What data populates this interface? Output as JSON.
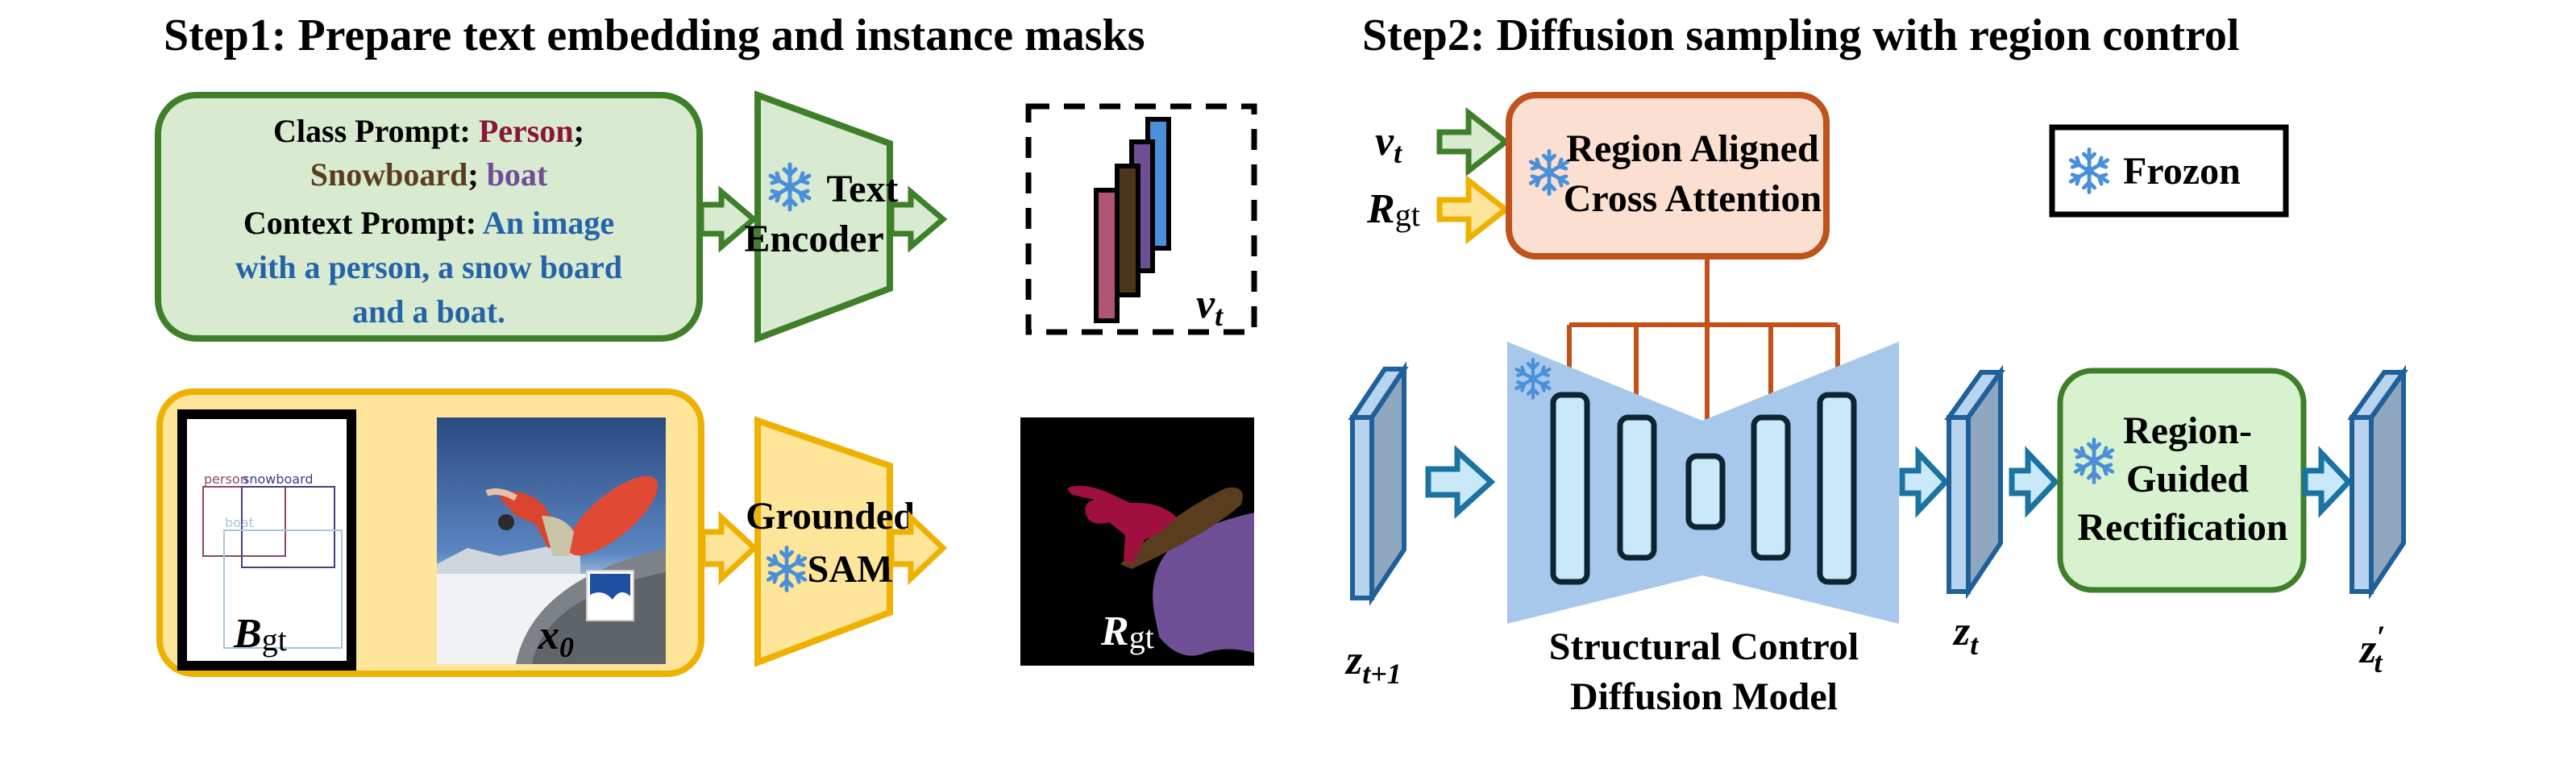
{
  "step1": {
    "title": "Step1: Prepare text embedding and instance masks",
    "prompt_box": {
      "class_prompt_label": "Class Prompt: ",
      "class_person": "Person",
      "sep1": ";",
      "class_snowboard": "Snowboard",
      "sep2": "; ",
      "class_boat": "boat",
      "context_prompt_label": "Context Prompt: ",
      "context_line1": "An image",
      "context_line2": "with a person, a snow board",
      "context_line3": "and a boat."
    },
    "text_encoder": {
      "line1": "Text",
      "line2": "Encoder"
    },
    "embedding_label": {
      "main": "v",
      "sub": "t"
    },
    "bbox_panel": {
      "labels": [
        "person",
        "snowboard",
        "boat"
      ],
      "symbol_main": "B",
      "symbol_sub": "gt"
    },
    "image_panel": {
      "symbol_main": "x",
      "symbol_sub": "0"
    },
    "grounded_sam": {
      "line1": "Grounded",
      "line2": "SAM"
    },
    "mask_panel": {
      "symbol_main": "R",
      "symbol_sub": "gt"
    }
  },
  "step2": {
    "title": "Step2: Diffusion sampling with region control",
    "inputs": [
      {
        "main": "v",
        "sub": "t"
      },
      {
        "main": "R",
        "sub": "gt"
      }
    ],
    "cross_attention": {
      "line1": "Region Aligned",
      "line2": "Cross Attention"
    },
    "legend": {
      "label": "Frozon"
    },
    "diffusion_model": {
      "line1": "Structural Control",
      "line2": "Diffusion Model"
    },
    "rectification": {
      "line1": "Region-",
      "line2": "Guided",
      "line3": "Rectification"
    },
    "latents": [
      {
        "main": "z",
        "sub": "t+1",
        "prime": ""
      },
      {
        "main": "z",
        "sub": "t",
        "prime": ""
      },
      {
        "main": "z",
        "sub": "t",
        "prime": "′"
      }
    ]
  },
  "colors": {
    "green_stroke": "#3f7f2a",
    "green_fill": "#d8ead0",
    "yellow_stroke": "#efb100",
    "yellow_fill": "#fde59a",
    "orange_stroke": "#c0521a",
    "orange_fill": "#fbe0d2",
    "blue_stroke": "#1f5f9a",
    "unet_fill": "#a7c8ea",
    "block_fill": "#c9e9f9",
    "snow_blue": "#4a90d9",
    "person_red": "#8b1538",
    "snowboard_brown": "#5a3d1e",
    "boat_purple": "#6e4f96",
    "context_blue": "#2563a8"
  },
  "icons": [
    "snowflake-icon"
  ]
}
